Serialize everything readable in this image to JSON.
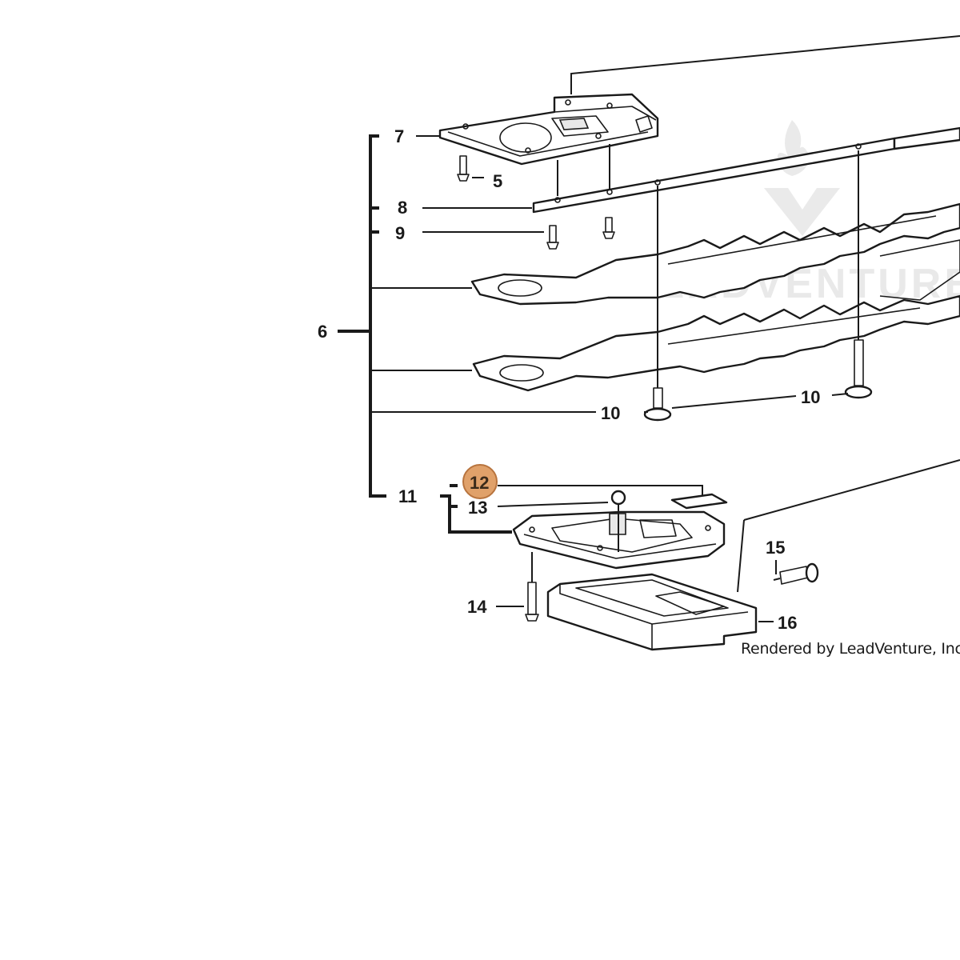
{
  "callouts": {
    "c5": "5",
    "c6": "6",
    "c7": "7",
    "c8": "8",
    "c9": "9",
    "c10a": "10",
    "c10b": "10",
    "c11": "11",
    "c12": "12",
    "c13": "13",
    "c14": "14",
    "c15": "15",
    "c16": "16"
  },
  "highlight": {
    "callout": "12",
    "color": "#e0a16a",
    "stroke": "#b8743e"
  },
  "watermark": {
    "text": "LEADVENTURE",
    "logo": "flame-v-logo"
  },
  "credit": "Rendered by LeadVenture, Inc."
}
